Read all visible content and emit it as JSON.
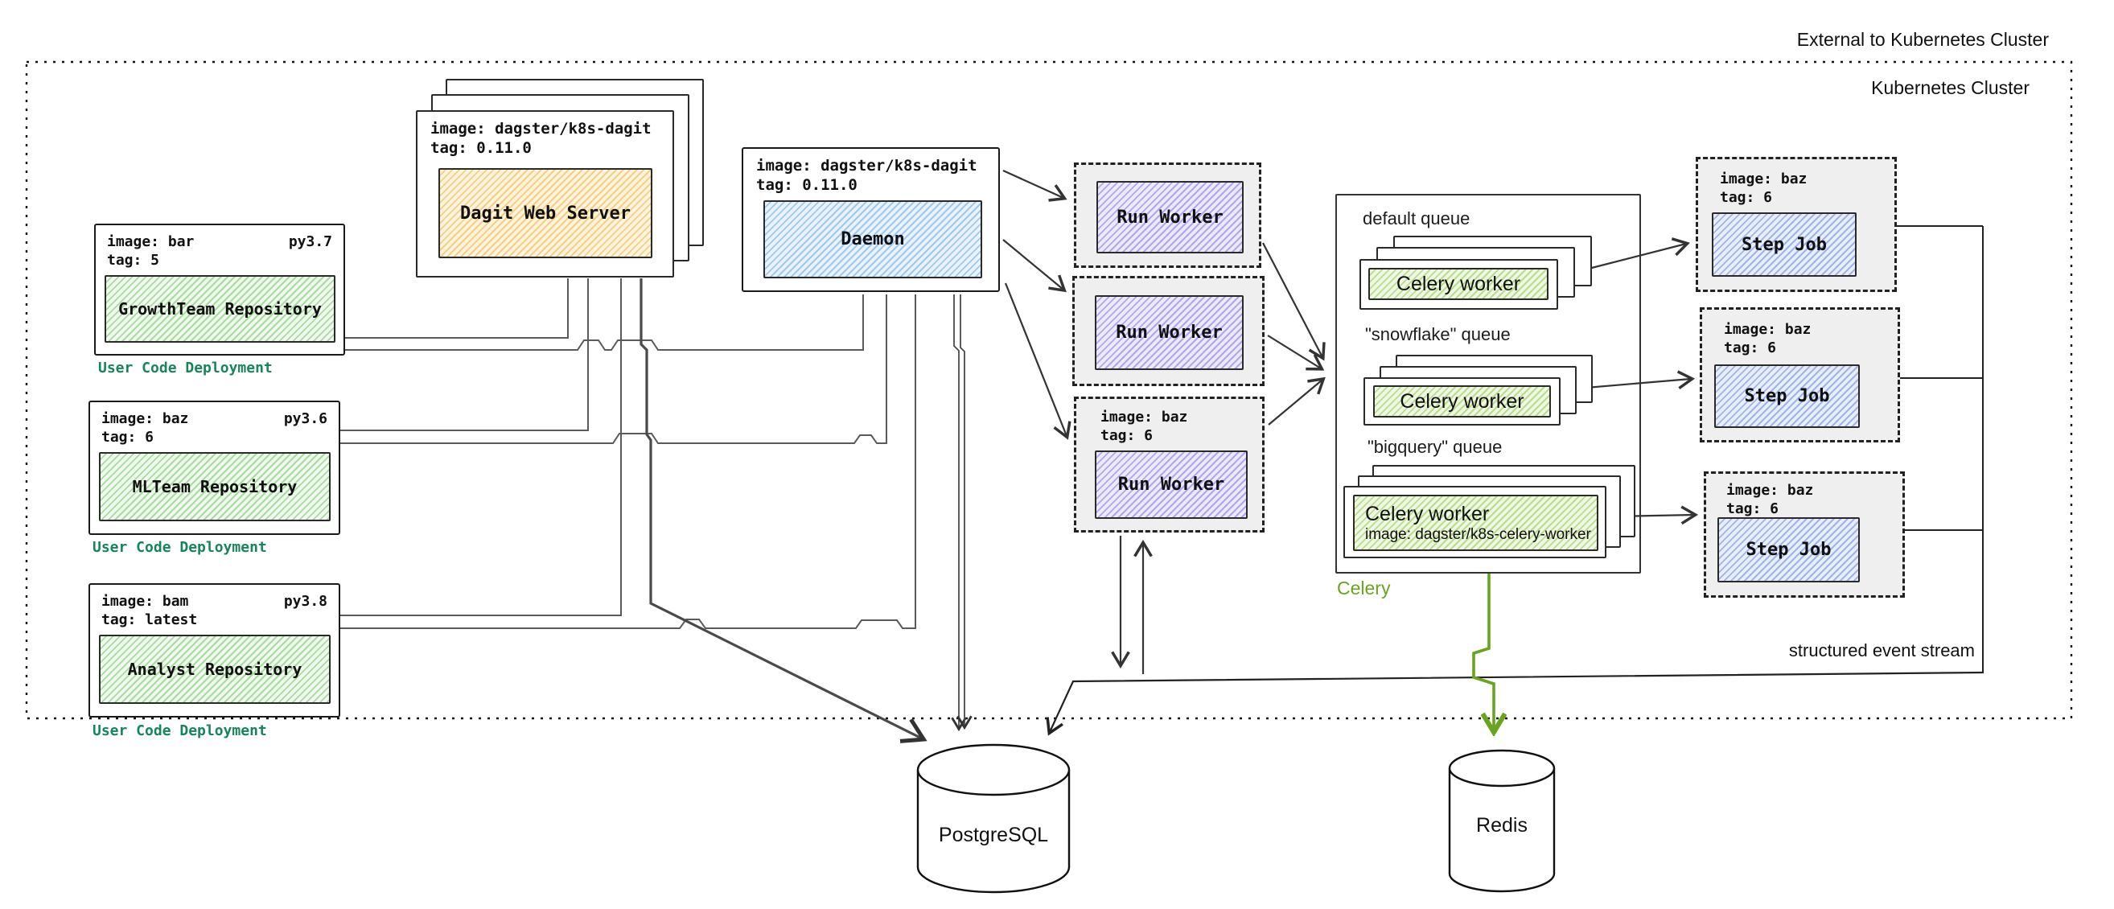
{
  "cluster": {
    "external_label": "External to Kubernetes Cluster",
    "internal_label": "Kubernetes Cluster"
  },
  "deployments": [
    {
      "image": "image: bar",
      "py": "py3.7",
      "tag": "tag: 5",
      "repo": "GrowthTeam Repository",
      "caption": "User Code Deployment"
    },
    {
      "image": "image: baz",
      "py": "py3.6",
      "tag": "tag: 6",
      "repo": "MLTeam Repository",
      "caption": "User Code Deployment"
    },
    {
      "image": "image: bam",
      "py": "py3.8",
      "tag": "tag: latest",
      "repo": "Analyst Repository",
      "caption": "User Code Deployment"
    }
  ],
  "dagit": {
    "image": "image: dagster/k8s-dagit",
    "tag": "tag: 0.11.0",
    "label": "Dagit Web Server"
  },
  "daemon": {
    "image": "image: dagster/k8s-dagit",
    "tag": "tag: 0.11.0",
    "label": "Daemon"
  },
  "run_workers": [
    {
      "label": "Run Worker"
    },
    {
      "label": "Run Worker"
    },
    {
      "label": "Run Worker",
      "image": "image: baz",
      "tag": "tag: 6"
    }
  ],
  "celery": {
    "caption": "Celery",
    "queues": [
      {
        "name": "default queue",
        "worker": "Celery worker"
      },
      {
        "name": "\"snowflake\" queue",
        "worker": "Celery worker"
      },
      {
        "name": "\"bigquery\" queue",
        "worker": "Celery worker",
        "worker_image": "image: dagster/k8s-celery-worker"
      }
    ]
  },
  "step_jobs": [
    {
      "image": "image: baz",
      "tag": "tag: 6",
      "label": "Step Job"
    },
    {
      "image": "image: baz",
      "tag": "tag: 6",
      "label": "Step Job"
    },
    {
      "image": "image: baz",
      "tag": "tag: 6",
      "label": "Step Job"
    }
  ],
  "datastores": {
    "postgres_label": "PostgreSQL",
    "redis_label": "Redis"
  },
  "stream": {
    "label": "structured event stream"
  },
  "colors": {
    "user_code_accent": "#17855c",
    "celery_accent": "#68a51f"
  }
}
